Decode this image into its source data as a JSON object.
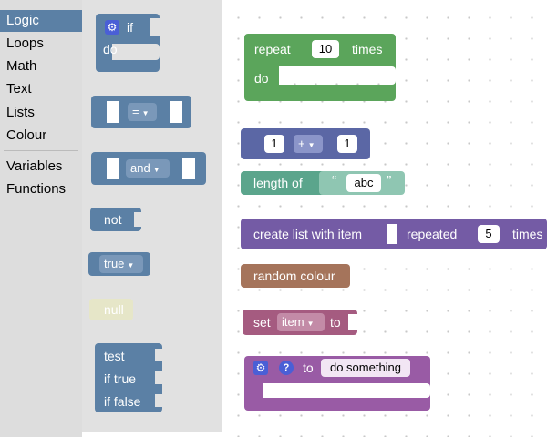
{
  "toolbox": {
    "categories": [
      "Logic",
      "Loops",
      "Math",
      "Text",
      "Lists",
      "Colour"
    ],
    "extra_categories": [
      "Variables",
      "Functions"
    ],
    "selected": "Logic"
  },
  "flyout": {
    "if_block": {
      "if": "if",
      "do": "do"
    },
    "compare_block": {
      "operator": "="
    },
    "logic_op_block": {
      "operator": "and"
    },
    "not_block": {
      "label": "not"
    },
    "boolean_block": {
      "value": "true"
    },
    "null_block": {
      "label": "null"
    },
    "ternary_block": {
      "test": "test",
      "if_true": "if true",
      "if_false": "if false"
    }
  },
  "workspace": {
    "repeat_block": {
      "repeat": "repeat",
      "count": "10",
      "times": "times",
      "do": "do"
    },
    "arith_block": {
      "a": "1",
      "op": "+",
      "b": "1"
    },
    "length_block": {
      "label": "length of",
      "quote_open": "“",
      "text": "abc",
      "quote_close": "”"
    },
    "list_block": {
      "label": "create list with item",
      "repeated": "repeated",
      "count": "5",
      "times": "times"
    },
    "colour_block": {
      "label": "random colour"
    },
    "set_block": {
      "set": "set",
      "variable": "item",
      "to": "to"
    },
    "procedure_block": {
      "to": "to",
      "name": "do something"
    }
  },
  "colors": {
    "logic": "#5b80a5",
    "loops": "#5ba55b",
    "math": "#5b67a5",
    "text": "#5ba58c",
    "lists": "#745ba5",
    "colour": "#a5745b",
    "variables": "#a55b80",
    "procedures": "#995ba5",
    "icon": "#4a5fd6"
  }
}
